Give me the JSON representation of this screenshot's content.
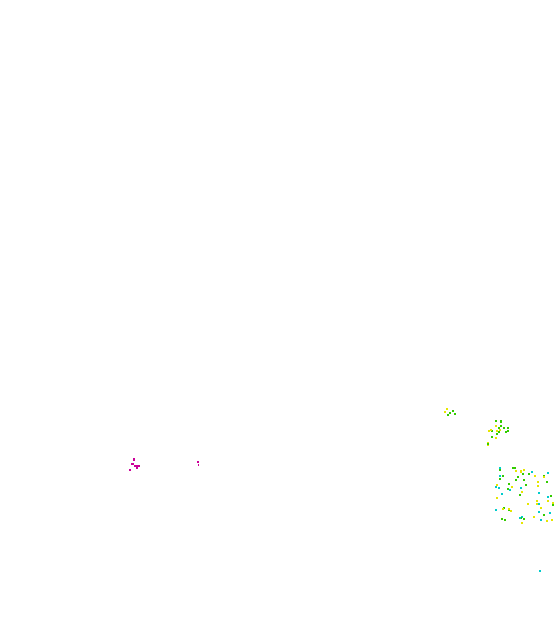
{
  "background": "#ffffff",
  "colors": {
    "magenta": "#cc0099",
    "green": "#33cc00",
    "yellow": "#e6e600",
    "cyan": "#00cccc"
  },
  "clusters": [
    {
      "name": "magenta-mark-left",
      "color": "magenta"
    },
    {
      "name": "magenta-mark-right",
      "color": "magenta"
    },
    {
      "name": "green-yellow-cluster-upper-right",
      "color": "green"
    },
    {
      "name": "green-yellow-cluster-right",
      "color": "yellow"
    },
    {
      "name": "multicolor-cluster-lower-right",
      "color": "cyan"
    }
  ]
}
